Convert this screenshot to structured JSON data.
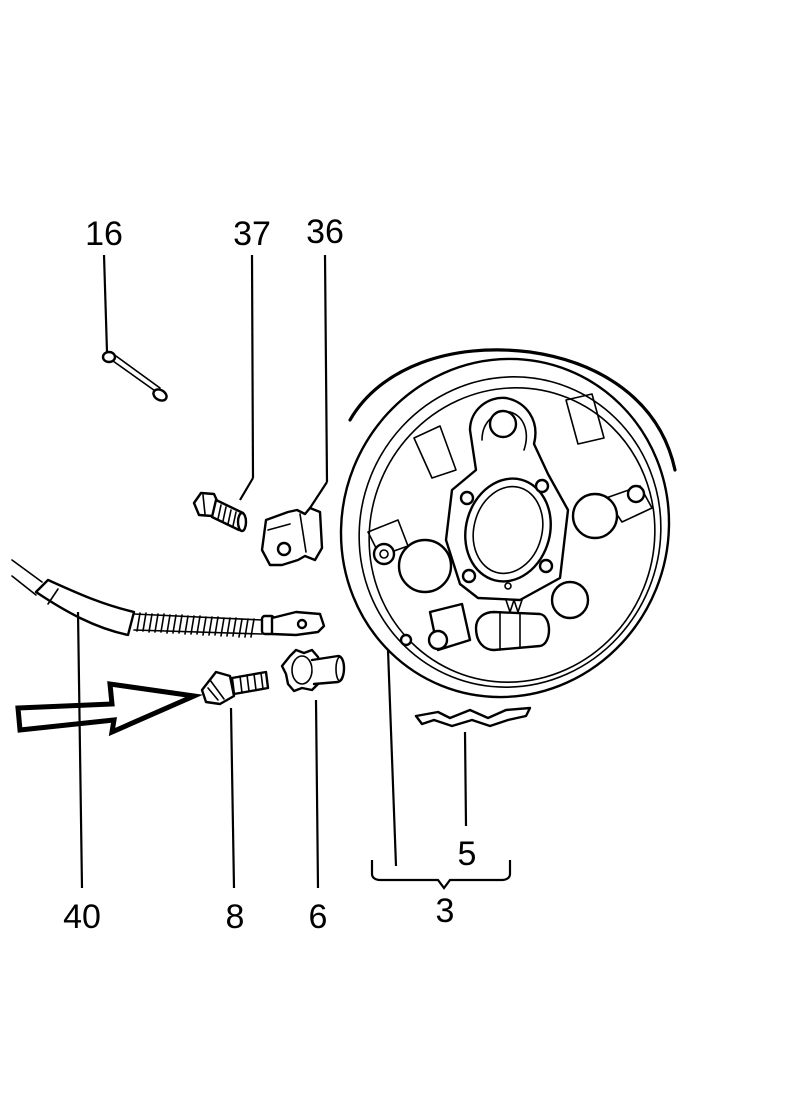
{
  "diagram": {
    "callouts": {
      "c16": "16",
      "c37": "37",
      "c36": "36",
      "c40": "40",
      "c8": "8",
      "c6": "6",
      "c5": "5",
      "c3": "3"
    },
    "colors": {
      "ink": "#000000",
      "paper": "#ffffff"
    },
    "pointer_icon": "arrow-right-outline-icon"
  }
}
